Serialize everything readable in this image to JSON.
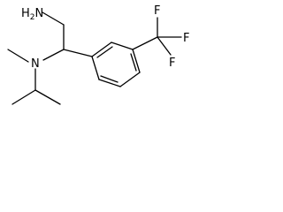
{
  "molecule": {
    "atoms": {
      "amine": "H2N",
      "amine_prefix": "H",
      "amine_subscript": "2",
      "amine_element": "N",
      "tertiary_n": "N",
      "fluorine_top": "F",
      "fluorine_right": "F",
      "fluorine_bottom": "F"
    }
  }
}
